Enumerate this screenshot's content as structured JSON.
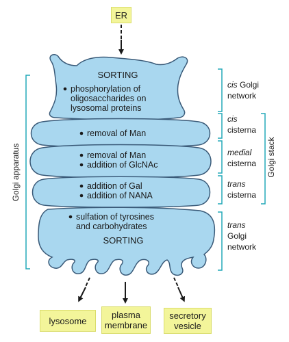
{
  "top_box": "ER",
  "cis_golgi": {
    "title": "SORTING",
    "item_1": "phosphorylation of",
    "item_2": "oligosaccharides on",
    "item_3": "lysosomal proteins",
    "label_italic": "cis",
    "label_rest": " Golgi",
    "label_line2": "network"
  },
  "cis_cisterna": {
    "item_1": "removal of Man",
    "label_italic": "cis",
    "label_line2": "cisterna"
  },
  "medial_cisterna": {
    "item_1": "removal of Man",
    "item_2": "addition of GlcNAc",
    "label_italic": "medial",
    "label_line2": "cisterna"
  },
  "trans_cisterna": {
    "item_1": "addition of Gal",
    "item_2": "addition of NANA",
    "label_italic": "trans",
    "label_line2": "cisterna"
  },
  "trans_golgi": {
    "item_1": "sulfation of tyrosines",
    "item_2": "and carbohydrates",
    "title": "SORTING",
    "label_italic": "trans",
    "label_line2": "Golgi",
    "label_line3": "network"
  },
  "left_bracket_label": "Golgi apparatus",
  "right_bracket_label": "Golgi stack",
  "destinations": {
    "lysosome": "lysosome",
    "plasma_membrane": "plasma\nmembrane",
    "secretory_vesicle": "secretory\nvesicle"
  },
  "colors": {
    "organelle_fill": "#a9d7ef",
    "organelle_stroke": "#3a5a78",
    "box_fill": "#f3f59a",
    "bracket": "#22a9b8"
  }
}
